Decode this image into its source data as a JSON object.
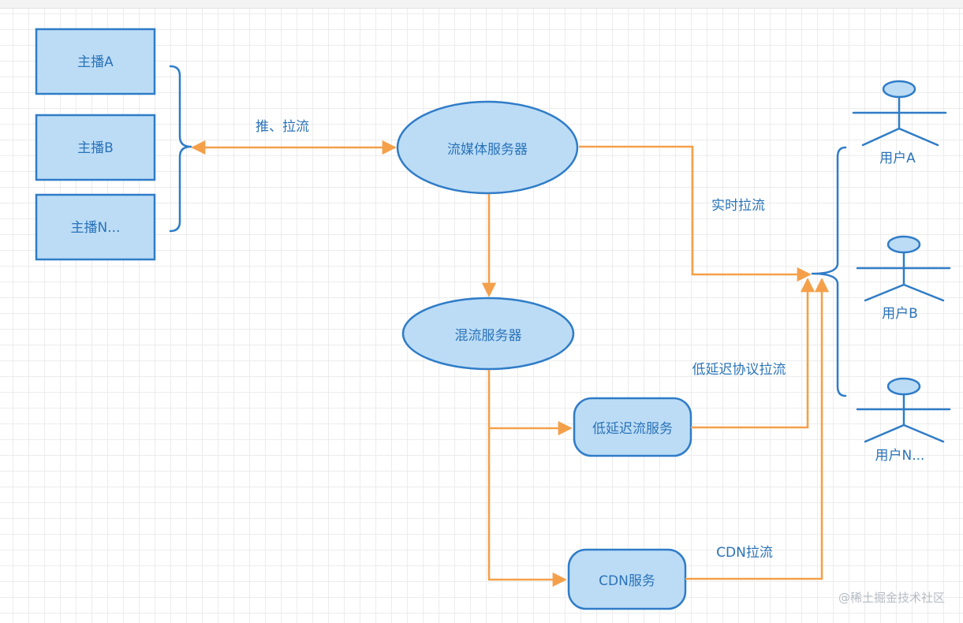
{
  "streamers": {
    "a": "主播A",
    "b": "主播B",
    "n": "主播N..."
  },
  "servers": {
    "media": "流媒体服务器",
    "mix": "混流服务器",
    "low_latency": "低延迟流服务",
    "cdn": "CDN服务"
  },
  "users": {
    "a": "用户A",
    "b": "用户B",
    "n": "用户N..."
  },
  "edges": {
    "push_pull": "推、拉流",
    "realtime_pull": "实时拉流",
    "low_latency_pull": "低延迟协议拉流",
    "cdn_pull": "CDN拉流"
  },
  "watermark": "@稀土掘金技术社区",
  "colors": {
    "node_fill": "#bcdcf6",
    "node_stroke": "#2f7cc7",
    "arrow": "#f4a04a",
    "text": "#2a73b8"
  }
}
